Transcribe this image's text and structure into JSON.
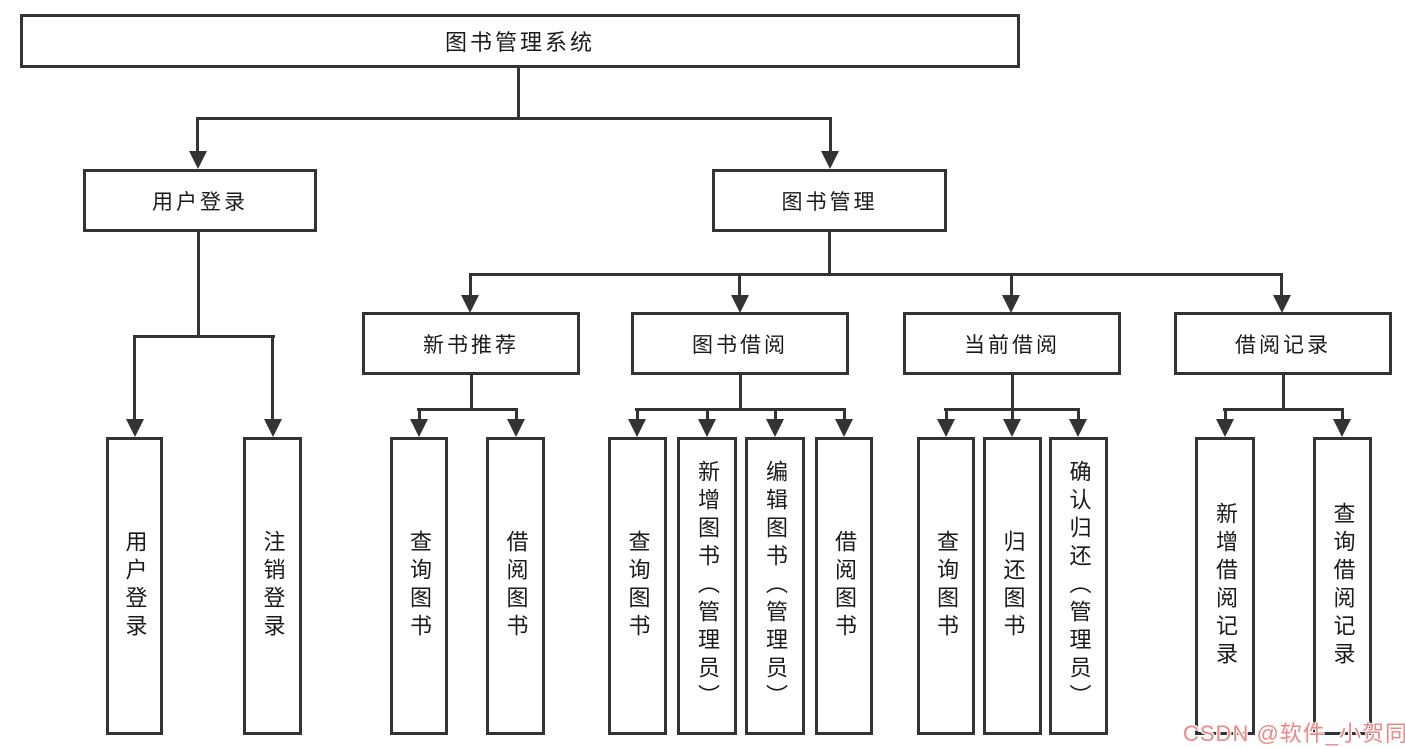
{
  "diagram": {
    "root": {
      "label": "图书管理系统"
    },
    "branches": [
      {
        "label": "用户登录",
        "children": [
          "用户登录",
          "注销登录"
        ]
      },
      {
        "label": "图书管理",
        "groups": [
          {
            "label": "新书推荐",
            "children": [
              "查询图书",
              "借阅图书"
            ]
          },
          {
            "label": "图书借阅",
            "children": [
              "查询图书",
              "新增图书（管理员）",
              "编辑图书（管理员）",
              "借阅图书"
            ]
          },
          {
            "label": "当前借阅",
            "children": [
              "查询图书",
              "归还图书",
              "确认归还（管理员）"
            ]
          },
          {
            "label": "借阅记录",
            "children": [
              "新增借阅记录",
              "查询借阅记录"
            ]
          }
        ]
      }
    ]
  },
  "watermark": {
    "text": "CSDN @软件_小贺同学",
    "color": "#ee8888"
  },
  "colors": {
    "line": "#333333",
    "border": "#333333",
    "text": "#1a1a1a",
    "background": "#ffffff"
  }
}
